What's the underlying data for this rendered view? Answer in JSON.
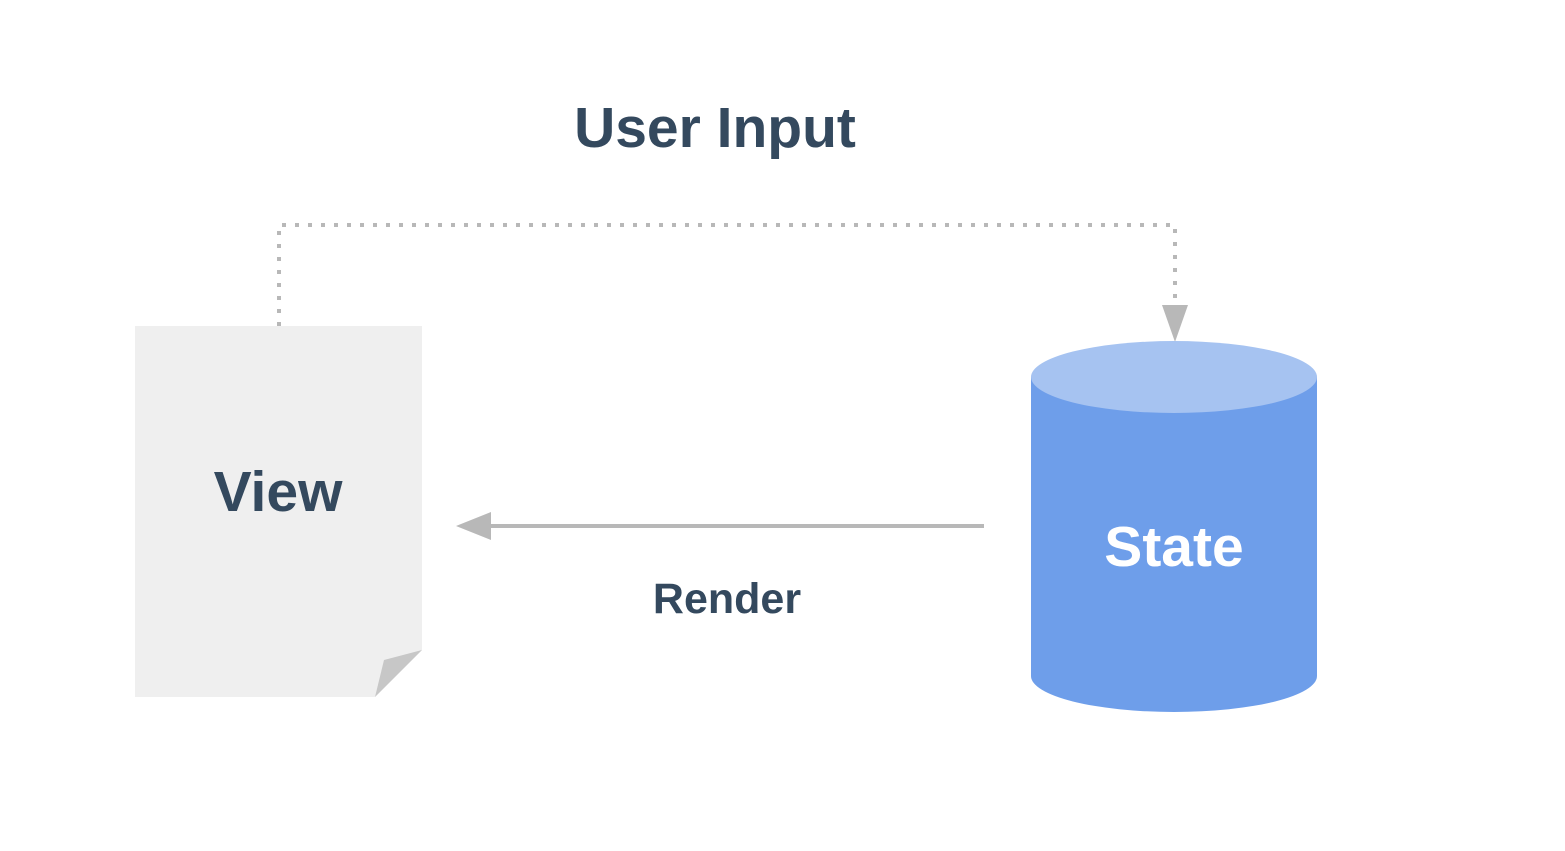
{
  "diagram": {
    "top_label": "User Input",
    "view_label": "View",
    "state_label": "State",
    "arrow_label": "Render"
  },
  "colors": {
    "text_dark": "#34495e",
    "text_light": "#ffffff",
    "connector": "#b8b8b8",
    "view_fill": "#efefef",
    "view_fold": "#c7c7c7",
    "state_body": "#6e9eea",
    "state_top": "#a6c3f1"
  },
  "icons": {
    "view": "document-icon",
    "state": "database-cylinder-icon"
  }
}
